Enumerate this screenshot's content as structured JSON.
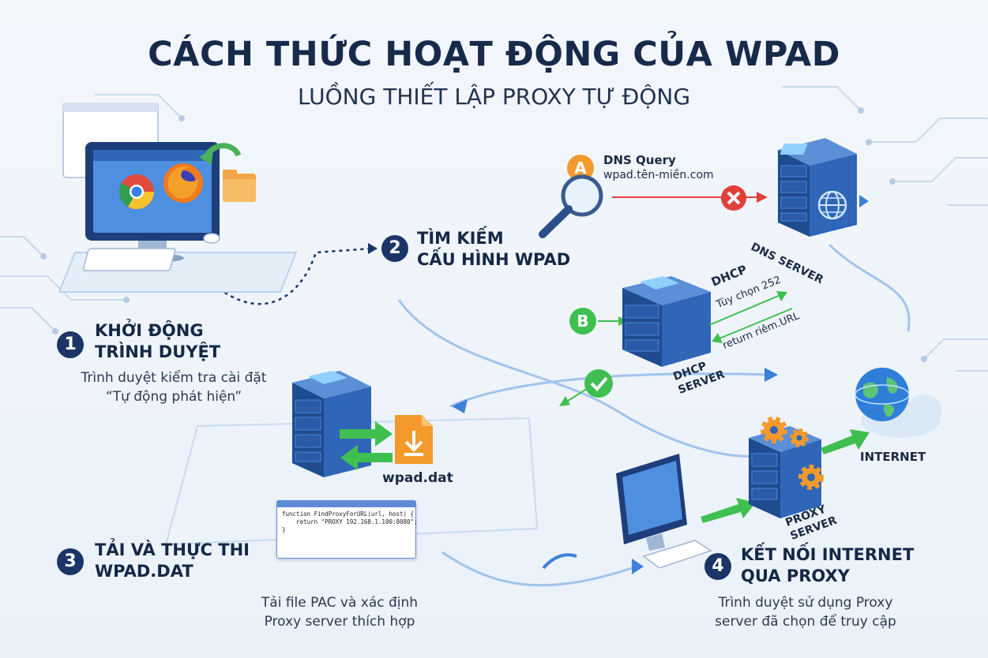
{
  "header": {
    "title": "CÁCH THỨC HOẠT ĐỘNG CỦA WPAD",
    "subtitle": "LUỒNG THIẾT LẬP PROXY TỰ ĐỘNG"
  },
  "steps": [
    {
      "num": "1",
      "title_line1": "KHỞI ĐỘNG",
      "title_line2": "TRÌNH DUYỆT",
      "desc_line1": "Trình duyệt kiểm tra cài đặt",
      "desc_line2": "“Tự động phát hiện”"
    },
    {
      "num": "2",
      "title_line1": "TÌM KIẾM",
      "title_line2": "CẤU HÌNH WPAD"
    },
    {
      "num": "3",
      "title_line1": "TẢI VÀ THỰC THI",
      "title_line2": "WPAD.DAT",
      "desc_line1": "Tải file PAC và xác định",
      "desc_line2": "Proxy server thích hợp"
    },
    {
      "num": "4",
      "title_line1": "KẾT NỐI INTERNET",
      "title_line2": "QUA PROXY",
      "desc_line1": "Trình duyệt sử dụng Proxy",
      "desc_line2": "server đã chọn để truy cập"
    }
  ],
  "dns": {
    "badge": "A",
    "query_label": "DNS Query",
    "query_value": "wpad.tên-miền.com",
    "server_label": "DNS SERVER"
  },
  "dhcp": {
    "badge": "B",
    "label": "DHCP",
    "option": "Tùy chọn 252",
    "return_text": "return riêm.URL",
    "server_line1": "DHCP",
    "server_line2": "SERVER"
  },
  "file": {
    "name": "wpad.dat",
    "code_line1": "function FindProxyForURL(url, host) {",
    "code_line2": "    return \"PROXY 192.168.1.100:8080\";",
    "code_line3": "}"
  },
  "proxy": {
    "line1": "PROXY",
    "line2": "SERVER"
  },
  "internet": {
    "label": "INTERNET"
  },
  "colors": {
    "navy": "#1a3566",
    "blue": "#3d7fd9",
    "green": "#3fbf4f",
    "orange": "#f39a2b",
    "red": "#e0403a"
  },
  "icons": [
    "chrome-icon",
    "firefox-icon",
    "folder-icon",
    "magnifier-icon",
    "error-x-icon",
    "check-icon",
    "globe-icon",
    "gear-icon",
    "download-file-icon"
  ]
}
